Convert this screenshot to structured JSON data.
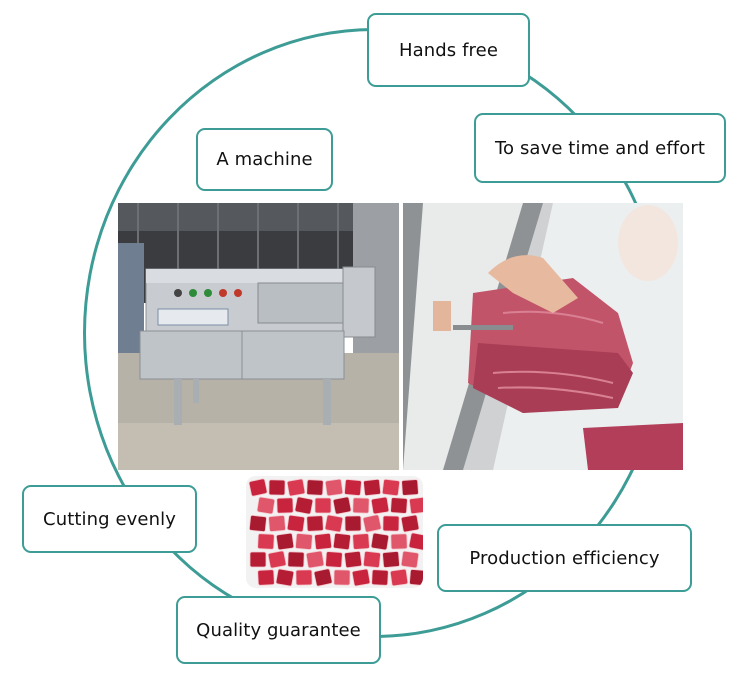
{
  "labels": {
    "hands_free": "Hands free",
    "a_machine": "A machine",
    "save_time": "To save time and effort",
    "cutting_evenly": "Cutting evenly",
    "production_efficiency": "Production efficiency",
    "quality_guarantee": "Quality guarantee"
  },
  "colors": {
    "accent": "#3d9c95",
    "box_fill": "#ffffff",
    "text": "#111111"
  },
  "photos": {
    "machine": "meat-dicer-machine-photo",
    "fish": "hand-cutting-fish-photo",
    "cubes": "diced-meat-cubes-photo"
  }
}
